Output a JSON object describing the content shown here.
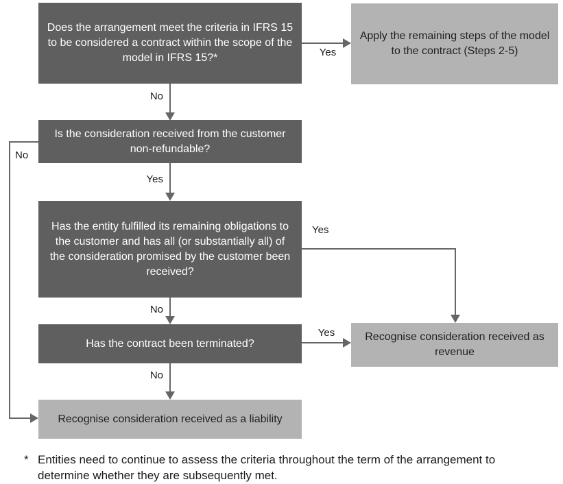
{
  "colors": {
    "decision_fill": "#5f5f5f",
    "decision_text": "#ffffff",
    "outcome_fill": "#b3b3b3",
    "outcome_text": "#1f1f1f",
    "connector": "#666666",
    "label_text": "#1a1a1a"
  },
  "nodes": {
    "q1": {
      "type": "decision",
      "text": "Does the arrangement meet the criteria in IFRS 15 to be considered a contract within the scope of the model in IFRS 15?*"
    },
    "apply": {
      "type": "outcome",
      "text": "Apply the remaining steps of the model to the contract (Steps 2-5)"
    },
    "q2": {
      "type": "decision",
      "text": "Is the consideration received from the customer non-refundable?"
    },
    "q3": {
      "type": "decision",
      "text": "Has the entity fulfilled its remaining obligations to the customer and has all (or substantially all) of the consideration promised by the customer been received?"
    },
    "q4": {
      "type": "decision",
      "text": "Has the contract been terminated?"
    },
    "revenue": {
      "type": "outcome",
      "text": "Recognise consideration received as revenue"
    },
    "liability": {
      "type": "outcome",
      "text": "Recognise consideration received as a liability"
    }
  },
  "edge_labels": {
    "q1_yes": "Yes",
    "q1_no": "No",
    "q2_no": "No",
    "q2_yes": "Yes",
    "q3_yes": "Yes",
    "q3_no": "No",
    "q4_yes": "Yes",
    "q4_no": "No"
  },
  "footnote": {
    "marker": "*",
    "lines": [
      "Entities need to continue to assess the criteria throughout the term of the arrangement to",
      "determine whether they are subsequently met."
    ]
  }
}
